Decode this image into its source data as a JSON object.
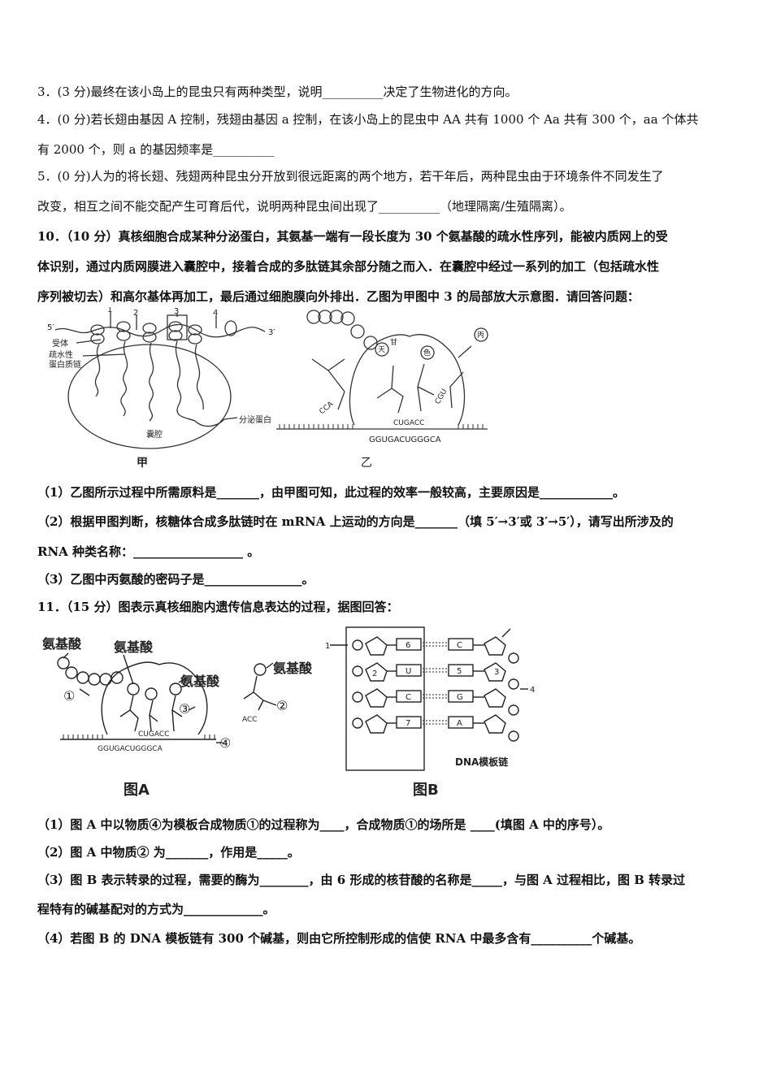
{
  "lines": [
    "3．(3 分)最终在该小岛上的昆虫只有两种类型，说明__________决定了生物进化的方向。",
    "4．(0 分)若长翅由基因 A 控制，残翅由基因 a 控制，在该小岛上的昆虫中 AA 共有 1000 个 Aa 共有 300 个，aa 个体共",
    "有 2000 个，则 a 的基因频率是__________",
    "5．(0 分)人为的将长翅、残翅两种昆虫分开放到很远距离的两个地方，若干年后，两种昆虫由于环境条件不同发生了",
    "改变，相互之间不能交配产生可育后代，说明两种昆虫间出现了__________（地理隔离/生殖隔离）。",
    "10．（10 分）真核细胞合成某种分泌蛋白，其氨基一端有一段长度为 30 个氨基酸的疏水性序列，能被内质网上的受",
    "体识别，通过内质网膜进入囊腔中，接着合成的多肽链其余部分随之而入．在囊腔中经过一系列的加工（包括疏水性",
    "序列被切去）和高尔基体再加工，最后通过细胞膜向外排出．乙图为甲图中 3 的局部放大示意图．请回答问题：",
    "（1）乙图所示过程中所需原料是_______，由甲图可知，此过程的效率一般较高，主要原因是____________。",
    "（2）根据甲图判断，核糖体合成多肽链时在 mRNA 上运动的方向是_______（填 5′→3′或 3′→5′），请写出所涉及的",
    "RNA 种类名称：__________________ 。",
    "（3）乙图中丙氨酸的密码子是________________。",
    "11．（15 分）图表示真核细胞内遗传信息表达的过程，据图回答：",
    "（1）图 A 中以物质④为模板合成物质①的过程称为____，合成物质①的场所是 ____(填图 A 中的序号）。",
    "（2）图 A 中物质② 为_______，作用是_____。",
    "（3）图 B 表示转录的过程，需要的酶为________，由 6 形成的核苷酸的名称是_____，与图 A 过程相比，图 B 转录过",
    "程特有的碱基配对的方式为_____________。",
    "（4）若图 B 的 DNA 模板链有 300 个碱基，则由它所控制形成的信使 RNA 中最多含有__________个碱基。"
  ],
  "fig1": {
    "num_1": "1",
    "num_2": "2",
    "num_3": "3",
    "num_4": "4",
    "five_prime": "5′",
    "three_prime": "3′",
    "receptor": "受体",
    "hydrophobic_1": "疏水性",
    "hydrophobic_2": "蛋白质链",
    "secreted": "分泌蛋白",
    "lumen": "囊腔",
    "gan": "甘",
    "tian": "天",
    "se": "色",
    "bing": "丙",
    "cca": "CCA",
    "cgu": "CGU",
    "cugacc": "CUGACC",
    "mrna": "GGUGACUGGGCA",
    "jia": "甲",
    "yi": "乙"
  },
  "fig2": {
    "aa1": "氨基酸",
    "aa2": "氨基酸",
    "aa3": "氨基酸",
    "aa4": "氨基酸",
    "c1": "①",
    "c2": "②",
    "c3": "③",
    "c4": "④",
    "acc": "ACC",
    "cugacc": "CUGACC",
    "mrna": "GGUGACUGGGCA",
    "figA": "图A",
    "l1": "1",
    "b6": "6",
    "b2": "2",
    "bU": "U",
    "b5": "5",
    "bC": "C",
    "b3": "3",
    "b4": "4",
    "bC2": "C",
    "bG": "G",
    "b7": "7",
    "bA": "A",
    "dna": "DNA模板链",
    "figB": "图B"
  }
}
